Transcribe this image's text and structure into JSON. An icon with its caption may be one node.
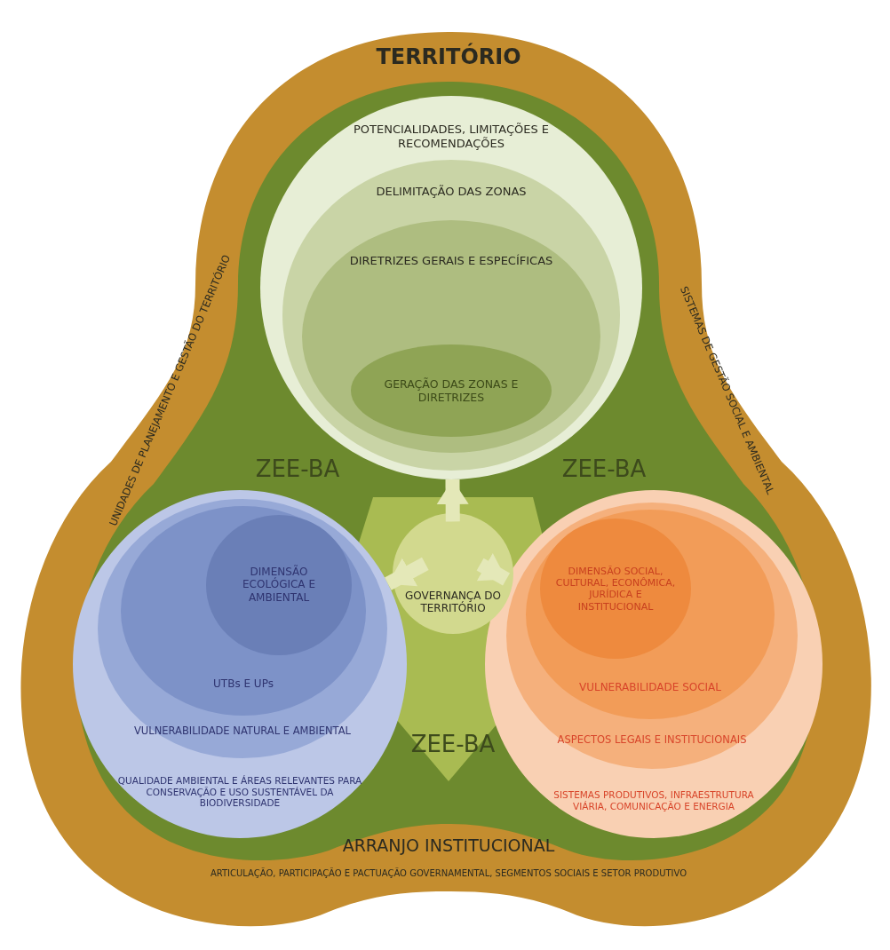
{
  "diagram": {
    "nodes": [
      {
        "text": [
          "TERRITÓRIO",
          "UNIDADES DE PLANEJAMENTO E GESTÃO DO TERRITÓRIO",
          "SISTEMAS DE GESTÃO SOCIAL E AMBIENTAL",
          "ARRANJO INSTITUCIONAL",
          "ARTICULAÇÃO, PARTICIPAÇÃO E PACTUAÇÃO GOVERNAMENTAL, SEGMENTOS SOCIAIS E SETOR PRODUTIVO"
        ]
      },
      {
        "text": [
          "POTENCIALIDADES, LIMITAÇÕES E RECOMENDAÇÕES"
        ],
        "in": 0
      },
      {
        "text": [
          "DELIMITAÇÃO DAS ZONAS"
        ],
        "in": 1
      },
      {
        "text": [
          "DIRETRIZES GERAIS E ESPECÍFICAS"
        ],
        "in": 2
      },
      {
        "text": [
          "GERAÇÃO DAS ZONAS E DIRETRIZES"
        ],
        "in": 3
      },
      {
        "text": [
          "QUALIDADE AMBIENTAL E ÁREAS RELEVANTES PARA CONSERVAÇÃO E USO SUSTENTÁVEL DA BIODIVERSIDADE"
        ],
        "in": 0
      },
      {
        "text": [
          "VULNERABILIDADE NATURAL E AMBIENTAL"
        ],
        "in": 5
      },
      {
        "text": [
          "UTBs E UPs"
        ],
        "in": 6
      },
      {
        "text": [
          "DIMENSÃO ECOLÓGICA E AMBIENTAL"
        ],
        "in": 7
      },
      {
        "text": [
          "SISTEMAS PRODUTIVOS, INFRAESTRUTURA VIÁRIA, COMUNICAÇÃO E ENERGIA"
        ],
        "in": 0
      },
      {
        "text": [
          "ASPECTOS LEGAIS E INSTITUCIONAIS"
        ],
        "in": 9
      },
      {
        "text": [
          "VULNERABILIDADE SOCIAL"
        ],
        "in": 10
      },
      {
        "text": [
          "DIMENSÃO SOCIAL, CULTURAL, ECONÔMICA, JURÍDICA E INSTITUCIONAL"
        ],
        "in": 11
      },
      {
        "text": [
          "GOVERNANÇA DO TERRITÓRIO"
        ],
        "in": 0
      }
    ],
    "edges": [
      {
        "from": 13,
        "to": 1,
        "arrow": "to"
      },
      {
        "from": 13,
        "to": 5,
        "arrow": "to"
      },
      {
        "from": 13,
        "to": 9,
        "arrow": "to"
      }
    ],
    "labels": [
      "ZEE-BA",
      "ZEE-BA",
      "ZEE-BA"
    ]
  }
}
